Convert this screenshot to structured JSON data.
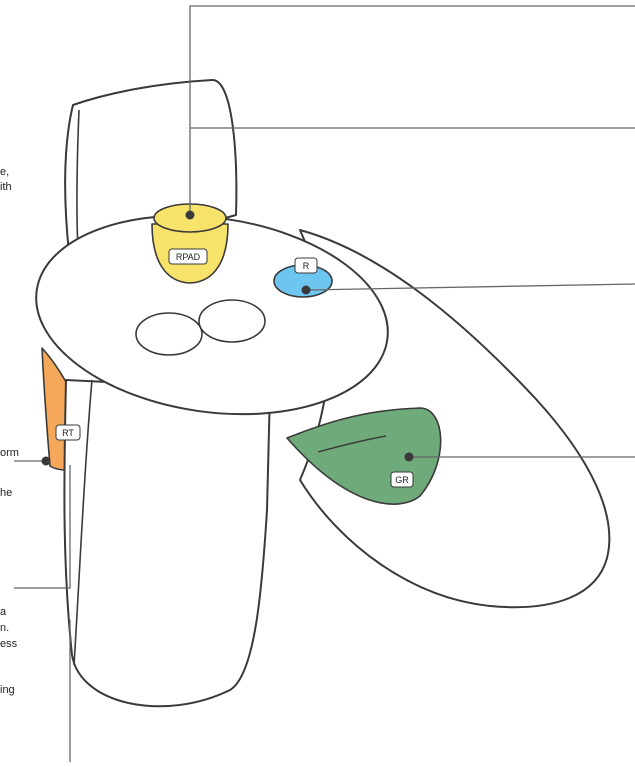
{
  "colors": {
    "outline": "#3a3a3a",
    "leader_line": "#666666",
    "rpad_fill": "#f7e26a",
    "r_button_fill": "#6cc6f0",
    "rt_fill": "#f5a85a",
    "grip_fill": "#6faa7a",
    "text": "#222222"
  },
  "badges": {
    "rpad": "RPAD",
    "r": "R",
    "rt": "RT",
    "gr": "GR"
  },
  "left_text_fragments": [
    "e,",
    "ith",
    "orm",
    "he",
    "a",
    "n.",
    "ess",
    "ing"
  ]
}
